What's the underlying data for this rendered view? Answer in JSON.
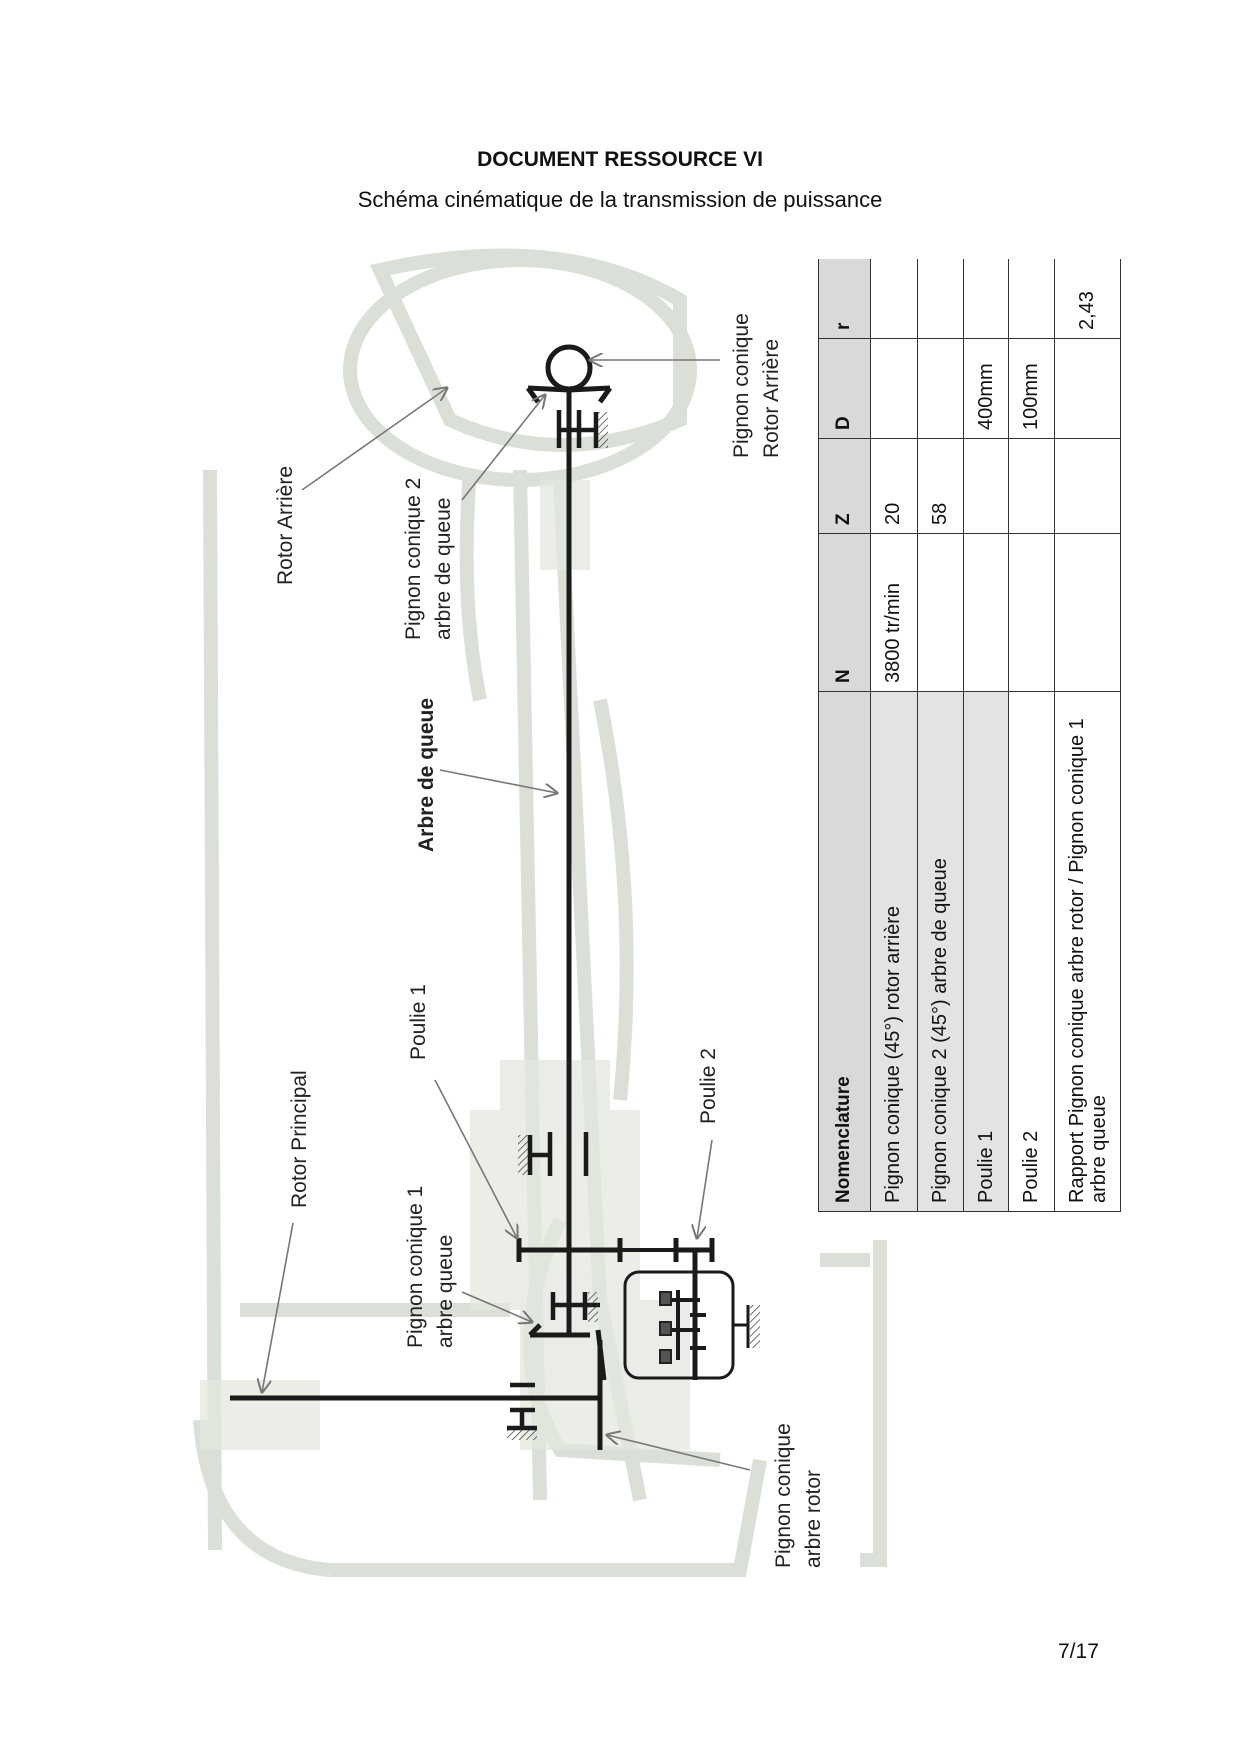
{
  "header": {
    "title": "DOCUMENT RESSOURCE VI",
    "subtitle": "Schéma cinématique de la transmission de puissance"
  },
  "diagram": {
    "labels": {
      "rotor_arriere": "Rotor Arrière",
      "pignon_conique_2_line1": "Pignon conique 2",
      "pignon_conique_2_line2": "arbre de queue",
      "pignon_conique_rotor_arriere_line1": "Pignon conique",
      "pignon_conique_rotor_arriere_line2": "Rotor Arrière",
      "arbre_de_queue": "Arbre de queue",
      "poulie_1": "Poulie 1",
      "poulie_2": "Poulie 2",
      "rotor_principal": "Rotor Principal",
      "pignon_conique_1_line1": "Pignon conique 1",
      "pignon_conique_1_line2": "arbre queue",
      "pignon_conique_arbre_rotor_line1": "Pignon conique",
      "pignon_conique_arbre_rotor_line2": "arbre rotor"
    }
  },
  "table": {
    "headers": [
      "Nomenclature",
      "N",
      "Z",
      "D",
      "r"
    ],
    "rows": [
      {
        "nomenclature": "Pignon conique (45°) rotor arrière",
        "N": "3800 tr/min",
        "Z": "20",
        "D": "",
        "r": ""
      },
      {
        "nomenclature": "Pignon conique 2 (45°) arbre de queue",
        "N": "",
        "Z": "58",
        "D": "",
        "r": ""
      },
      {
        "nomenclature": "Poulie 1",
        "N": "",
        "Z": "",
        "D": "400mm",
        "r": ""
      },
      {
        "nomenclature": "Poulie 2",
        "N": "",
        "Z": "",
        "D": "100mm",
        "r": ""
      },
      {
        "nomenclature": "Rapport Pignon conique arbre rotor / Pignon conique 1 arbre queue",
        "N": "",
        "Z": "",
        "D": "",
        "r": "2,43"
      }
    ]
  },
  "footer": {
    "page_number": "7/17"
  }
}
